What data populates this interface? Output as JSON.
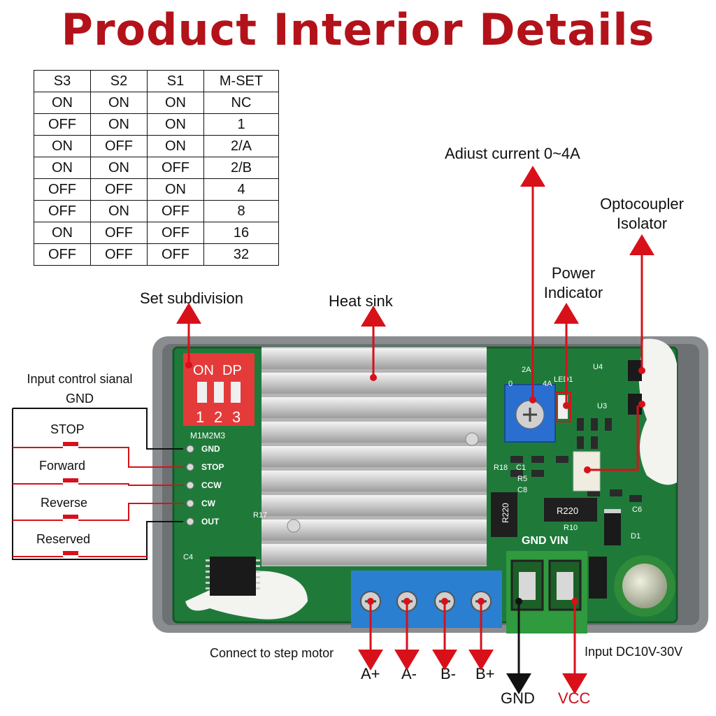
{
  "title": "Product Interior Details",
  "table": {
    "headers": [
      "S3",
      "S2",
      "S1",
      "M-SET"
    ],
    "rows": [
      [
        "ON",
        "ON",
        "ON",
        "NC"
      ],
      [
        "OFF",
        "ON",
        "ON",
        "1"
      ],
      [
        "ON",
        "OFF",
        "ON",
        "2/A"
      ],
      [
        "ON",
        "ON",
        "OFF",
        "2/B"
      ],
      [
        "OFF",
        "OFF",
        "ON",
        "4"
      ],
      [
        "OFF",
        "ON",
        "OFF",
        "8"
      ],
      [
        "ON",
        "OFF",
        "OFF",
        "16"
      ],
      [
        "OFF",
        "OFF",
        "OFF",
        "32"
      ]
    ]
  },
  "labels": {
    "adjust_current": "Adiust current 0~4A",
    "optocoupler_1": "Optocoupler",
    "optocoupler_2": "Isolator",
    "power_1": "Power",
    "power_2": "Indicator",
    "set_subdivision": "Set subdivision",
    "heat_sink": "Heat sink",
    "input_control_1": "Input control sianal",
    "input_control_2": "GND",
    "stop": "STOP",
    "forward": "Forward",
    "reverse": "Reverse",
    "reserved": "Reserved",
    "connect_motor": "Connect to step motor",
    "input_dc": "Input DC10V-30V",
    "a_plus": "A+",
    "a_minus": "A-",
    "b_minus": "B-",
    "b_plus": "B+",
    "gnd": "GND",
    "vcc": "VCC"
  },
  "board_text": {
    "dip_on": "ON",
    "dip_dp": "DP",
    "dip_1": "1",
    "dip_2": "2",
    "dip_3": "3",
    "m_labels": "M1M2M3",
    "pin_gnd": "GND",
    "pin_stop": "STOP",
    "pin_ccw": "CCW",
    "pin_cw": "CW",
    "pin_out": "OUT",
    "gnd_vin": "GND VIN",
    "r220a": "R220",
    "r220b": "R220",
    "r10": "R10",
    "r18": "R18",
    "c1": "C1",
    "r5": "R5",
    "c8": "C8",
    "u4": "U4",
    "u3": "U3",
    "c6": "C6",
    "d1": "D1",
    "led1": "LED1",
    "pot_2a": "2A",
    "pot_0": "0",
    "pot_4a": "4A",
    "r17": "R17",
    "c4": "C4"
  },
  "colors": {
    "title": "#b3121a",
    "arrow": "#d8101a",
    "pcb": "#1f7a3a",
    "case": "#8a8d90",
    "terminal_blue": "#2a7fd0",
    "terminal_green": "#2f9a3e",
    "dip": "#e43a3a"
  }
}
